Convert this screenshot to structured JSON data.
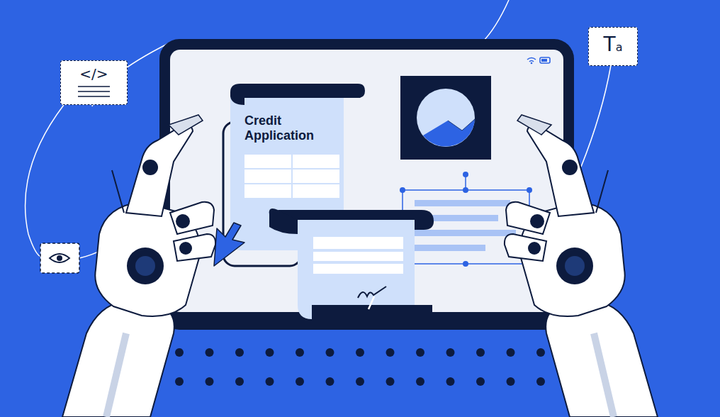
{
  "diagram": {
    "nodes": [
      {
        "text": [
          "Credit Application"
        ]
      },
      {
        "text": [
          "</>"
        ]
      },
      {
        "text": [
          "Ta"
        ]
      }
    ]
  }
}
